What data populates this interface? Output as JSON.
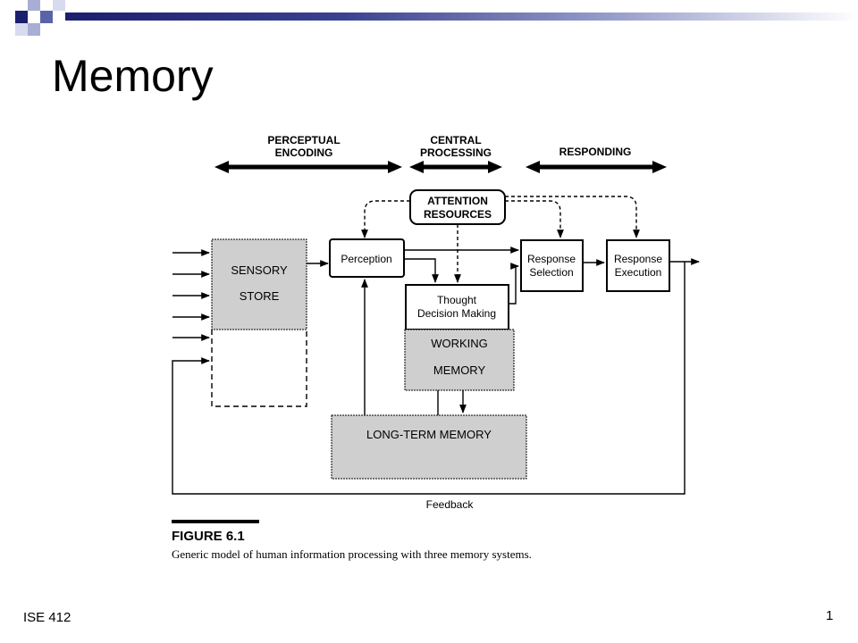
{
  "slide": {
    "title": "Memory",
    "footer_left": "ISE 412",
    "page_number": "1"
  },
  "theme": {
    "accent_dark": "#1a1f6e",
    "accent_mid": "#5b63a8",
    "accent_light": "#a9aed4",
    "gray_box": "#cfcfcf"
  },
  "figure": {
    "stages": {
      "perceptual": [
        "PERCEPTUAL",
        "ENCODING"
      ],
      "central": [
        "CENTRAL",
        "PROCESSING"
      ],
      "responding": [
        "RESPONDING"
      ]
    },
    "attention": [
      "ATTENTION",
      "RESOURCES"
    ],
    "sensory_store": [
      "SENSORY",
      "STORE"
    ],
    "perception": "Perception",
    "thought": [
      "Thought",
      "Decision Making"
    ],
    "working_memory": [
      "WORKING",
      "MEMORY"
    ],
    "long_term_memory": "LONG-TERM MEMORY",
    "response_selection": [
      "Response",
      "Selection"
    ],
    "response_execution": [
      "Response",
      "Execution"
    ],
    "feedback": "Feedback",
    "caption_label": "FIGURE 6.1",
    "caption_text": "Generic model of human information processing with three memory systems."
  }
}
